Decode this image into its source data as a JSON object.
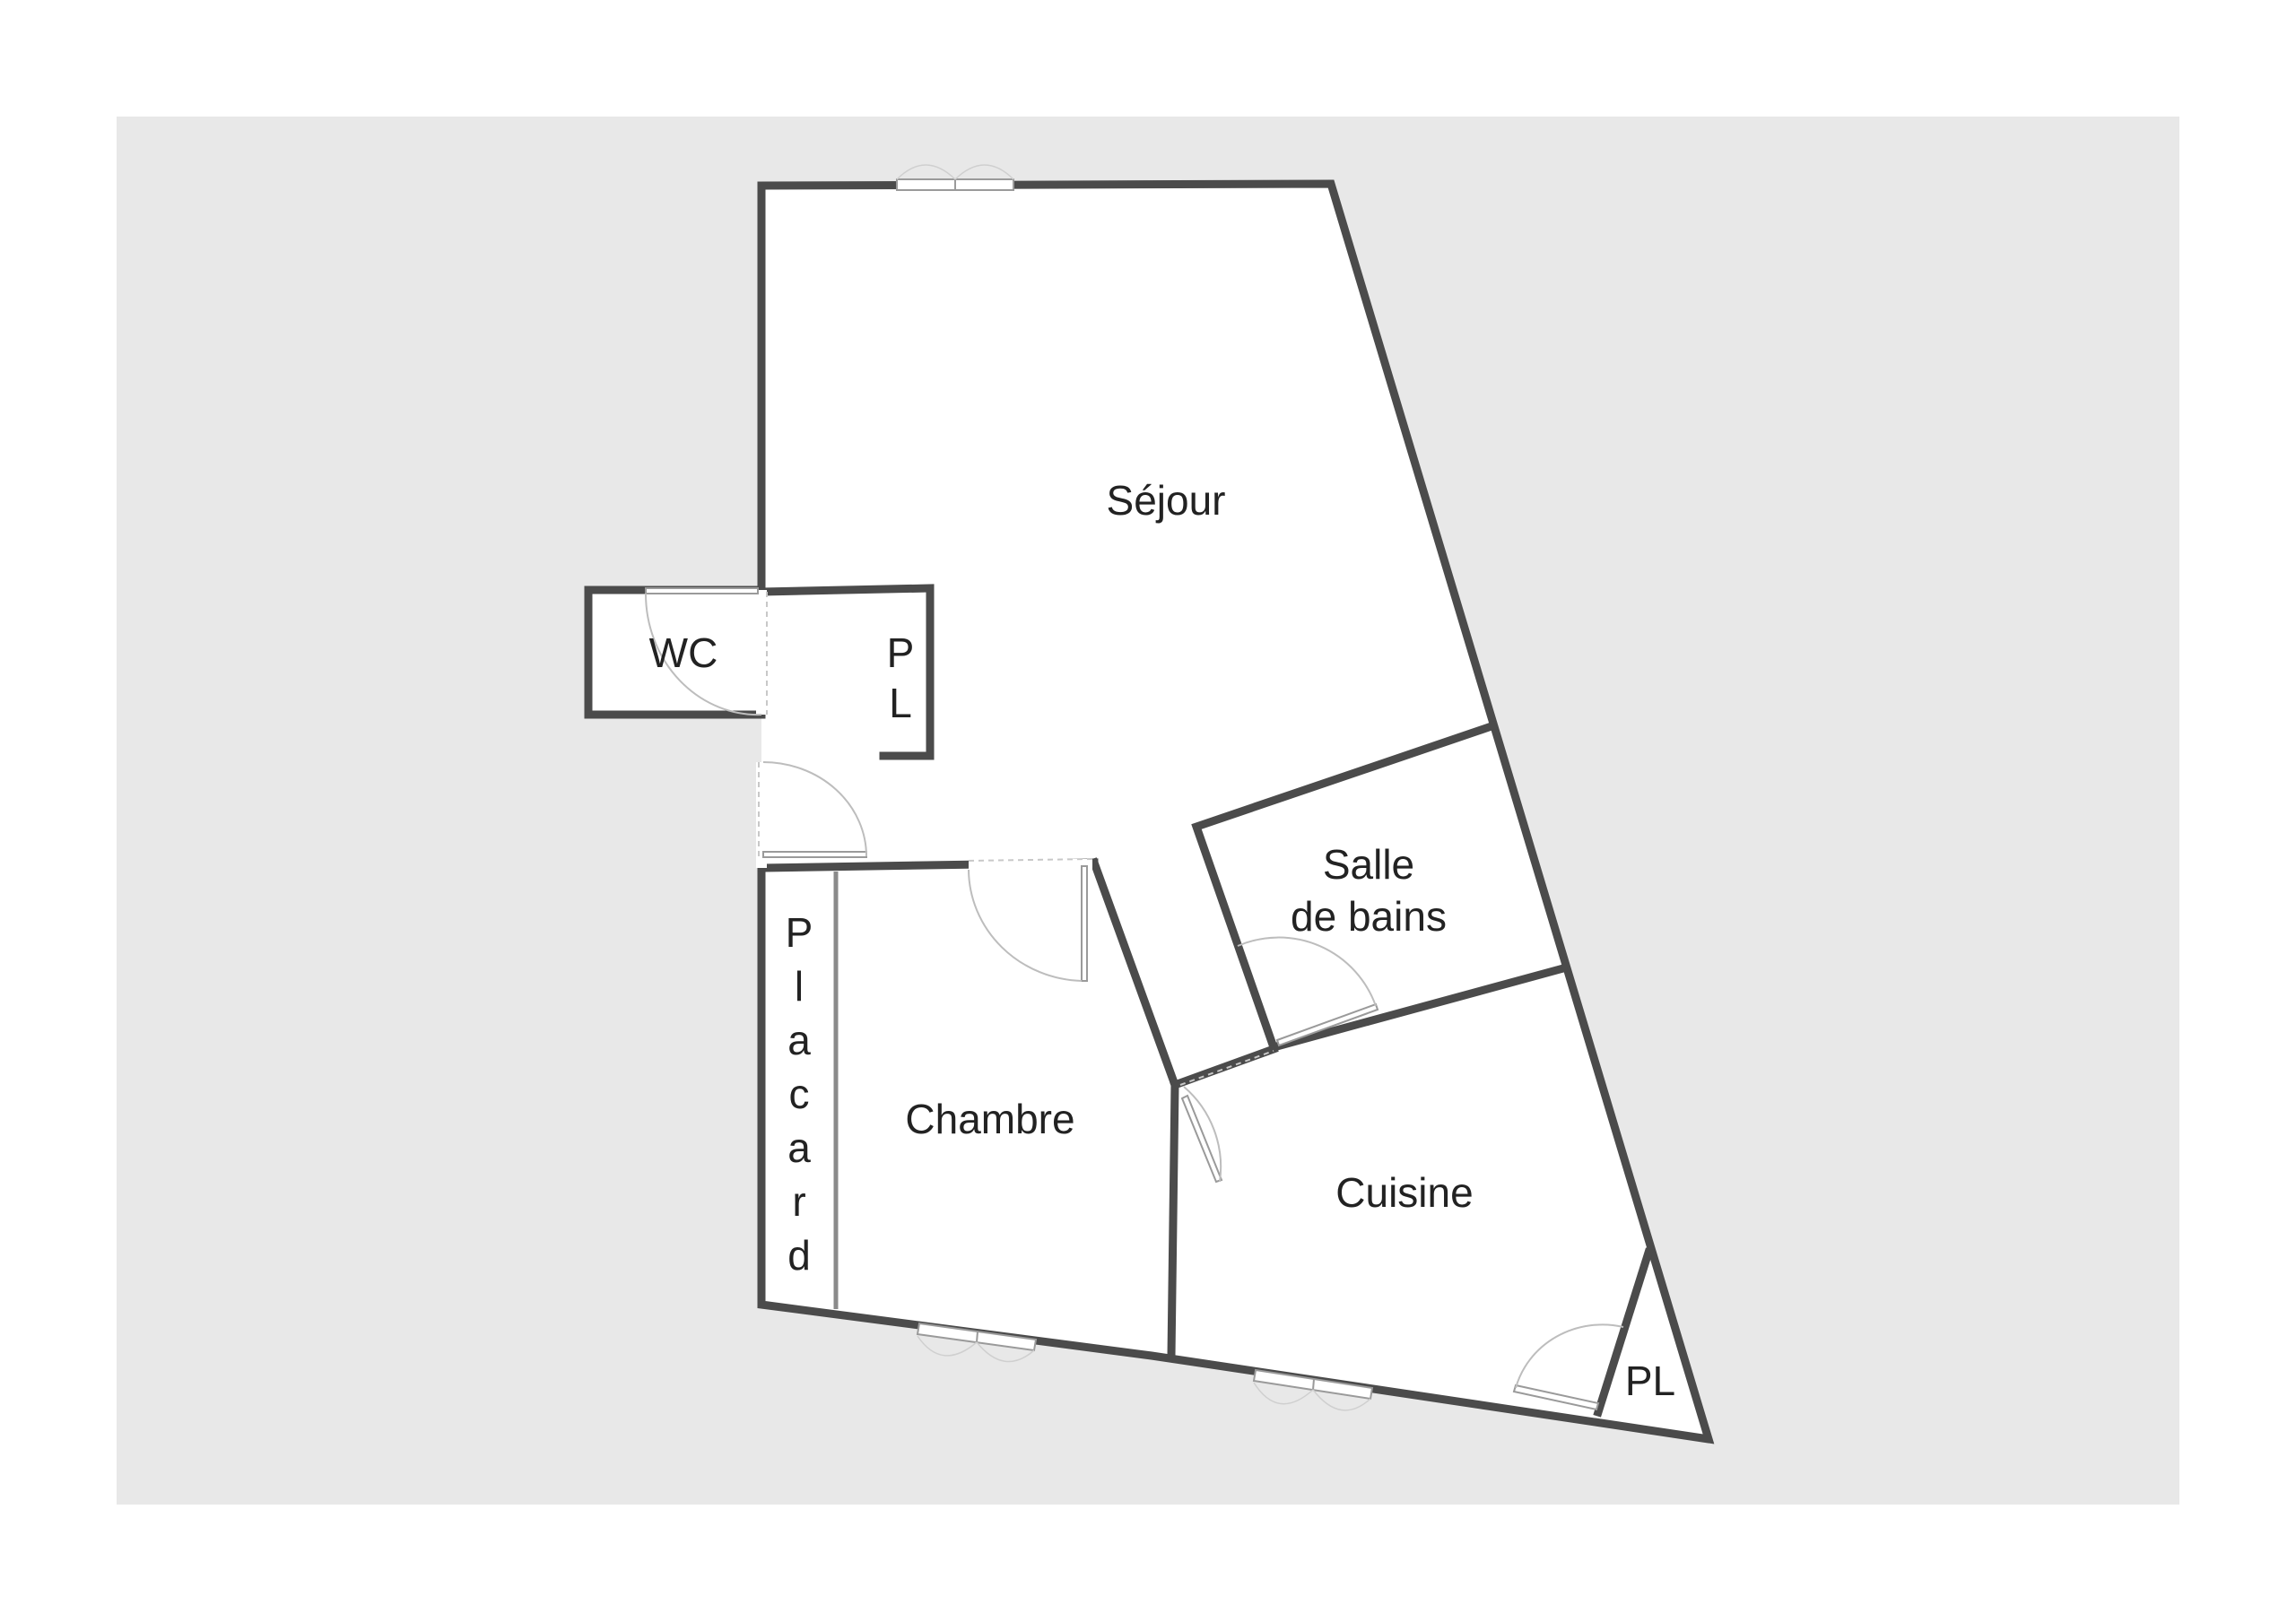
{
  "colors": {
    "frame": "#e8e8e8",
    "floor": "#ffffff",
    "wall": "#4b4b4b",
    "label": "#222222"
  },
  "rooms": {
    "sejour": "Séjour",
    "wc": "WC",
    "placard_small_line1": "P",
    "placard_small_line2": "L",
    "salle_line1": "Salle",
    "salle_line2": "de bains",
    "chambre": "Chambre",
    "placard_letters": [
      "P",
      "l",
      "a",
      "c",
      "a",
      "r",
      "d"
    ],
    "cuisine": "Cuisine",
    "pl_cuisine": "PL"
  }
}
